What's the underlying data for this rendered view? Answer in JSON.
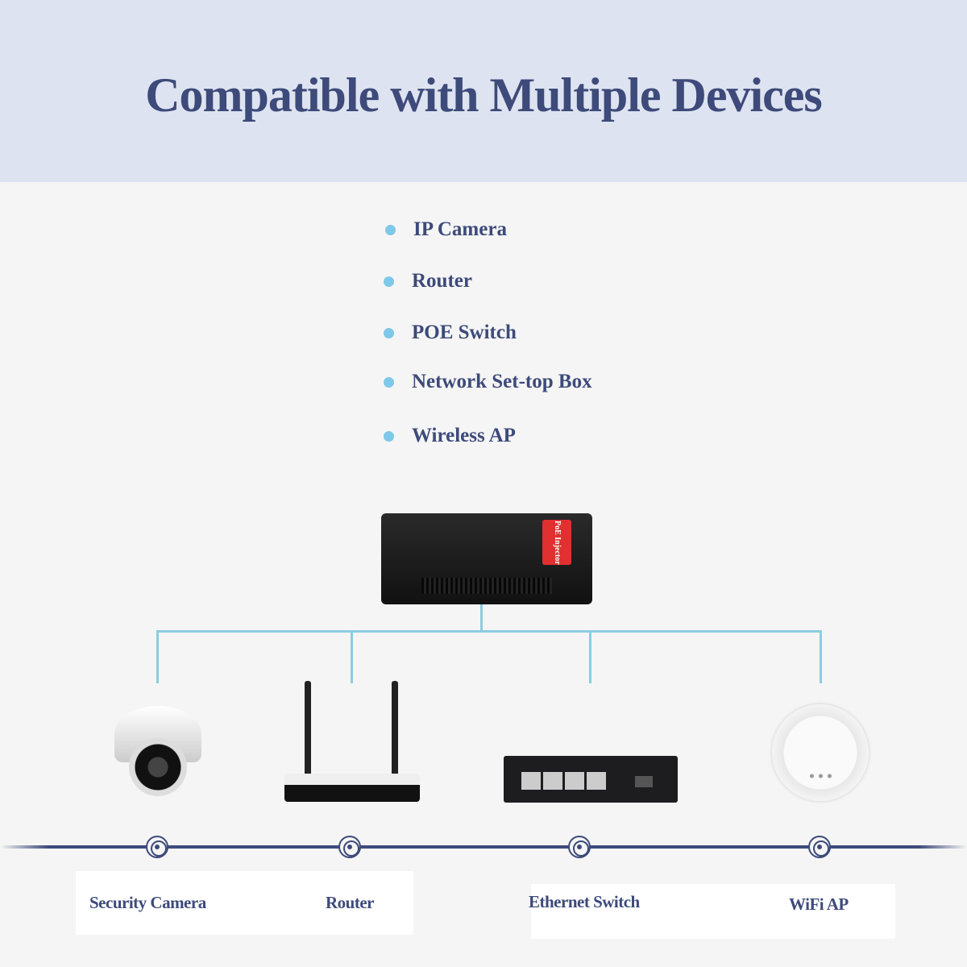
{
  "header": {
    "title": "Compatible with Multiple Devices"
  },
  "bullets": [
    "IP Camera",
    "Router",
    "POE Switch",
    "Network Set-top Box",
    "Wireless AP"
  ],
  "injector": {
    "label": "PoE Injector"
  },
  "devices": [
    {
      "label": "Security Camera"
    },
    {
      "label": "Router"
    },
    {
      "label": "Ethernet Switch"
    },
    {
      "label": "WiFi AP"
    }
  ],
  "colors": {
    "title": "#3d4a7a",
    "header_bg": "#dde3f0",
    "bullet": "#7ec8e8",
    "connector": "#8ccde0"
  }
}
